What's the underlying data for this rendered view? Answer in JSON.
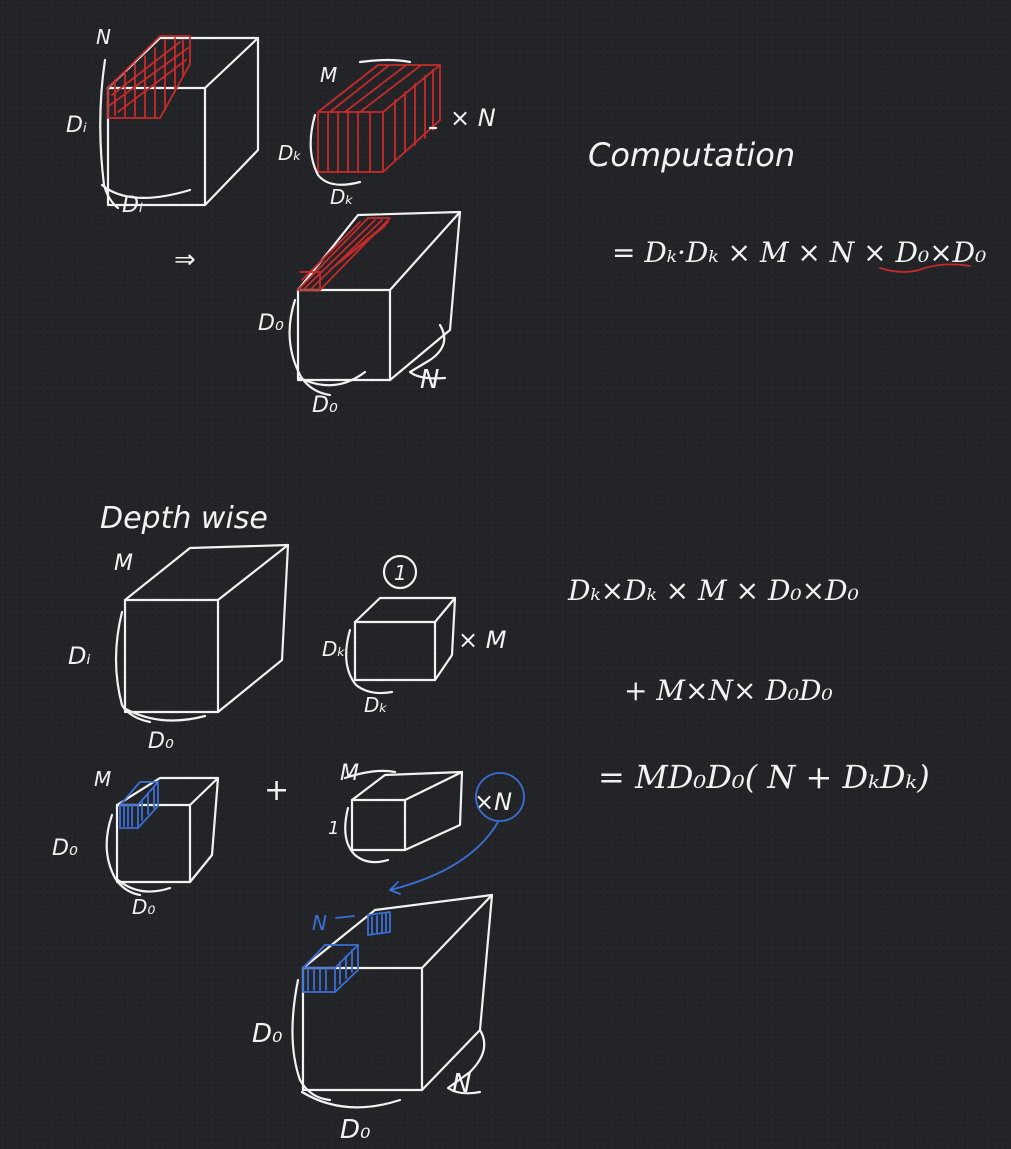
{
  "labels": {
    "c1_n": "N",
    "c1_di_side": "Dᵢ",
    "c1_di_bottom": "Dᵢ",
    "kernel_m": "M",
    "kernel_dk_side": "Dₖ",
    "kernel_dk_bottom": "Dₖ",
    "kernel_times_n": "× N",
    "arrow": "⇒",
    "out_do_side": "D₀",
    "out_do_bottom": "D₀",
    "out_n": "N",
    "depthwise_title": "Depth wise",
    "dw_m": "M",
    "dw_di_side": "Dᵢ",
    "dw_do_bottom": "D₀",
    "dw_kernel_one": "1",
    "dw_kernel_dk_side": "Dₖ",
    "dw_kernel_dk_bottom": "Dₖ",
    "dw_kernel_times_m": "× M",
    "mid_m": "M",
    "mid_do_side": "D₀",
    "mid_do_bottom": "D₀",
    "plus": "+",
    "pw_m": "M",
    "pw_one": "1",
    "pw_times_n": "×N",
    "final_n": "N",
    "final_do_side": "D₀",
    "final_do_bottom": "D₀",
    "final_n_right": "N"
  },
  "equations": {
    "computation_title": "Computation",
    "computation_formula": "= Dₖ·Dₖ × M × N × D₀×D₀",
    "dw_line1": "Dₖ×Dₖ × M × D₀×D₀",
    "dw_line2": "+ M×N× D₀D₀",
    "dw_line3": "= MD₀D₀( N + DₖDₖ)"
  },
  "colors": {
    "background": "#232427",
    "ink_white": "#f2f2f2",
    "ink_red": "#c62b2b",
    "ink_blue": "#3a6fd6"
  }
}
